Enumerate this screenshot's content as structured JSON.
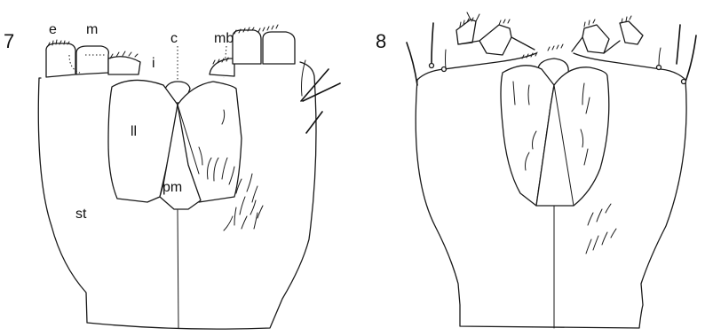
{
  "figures": [
    {
      "number": "7",
      "labels": {
        "e": "e",
        "m": "m",
        "c": "c",
        "mb": "mb",
        "i": "i",
        "ll": "ll",
        "pm": "pm",
        "st": "st"
      }
    },
    {
      "number": "8"
    }
  ]
}
